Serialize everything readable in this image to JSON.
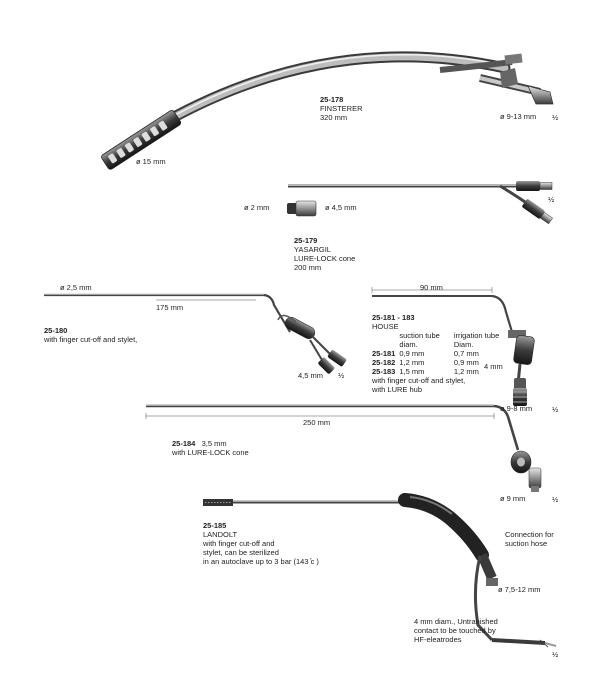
{
  "items": {
    "i178": {
      "code": "25-178",
      "name": "FINSTERER",
      "length": "320 mm",
      "handle_diam": "ø 15 mm",
      "conn_diam": "ø 9-13 mm",
      "scale": "½"
    },
    "i179": {
      "code": "25-179",
      "name": "YASARGIL",
      "detail": "LURE-LOCK cone",
      "length": "200 mm",
      "tip_diam": "ø 2 mm",
      "body_diam": "ø 4,5 mm",
      "scale": "½"
    },
    "i180": {
      "code": "25-180",
      "detail": "with finger cut-off and stylet,",
      "tip_diam": "ø 2,5 mm",
      "length": "175 mm",
      "conn_diam": "4,5 mm",
      "scale": "½"
    },
    "i181": {
      "code": "25-181 - 183",
      "name": "HOUSE",
      "top_length": "90 mm",
      "col1_head": "suction tube",
      "col1_sub": "diam.",
      "col2_head": "irrigation tube",
      "col2_sub": "Diam.",
      "rows": [
        {
          "code": "25-181",
          "suction": "0,9 mm",
          "irrigation": "0,7 mm"
        },
        {
          "code": "25-182",
          "suction": "1,2 mm",
          "irrigation": "0,9 mm"
        },
        {
          "code": "25-183",
          "suction": "1,5 mm",
          "irrigation": "1,2 mm"
        }
      ],
      "note1": "with finger cut-off and stylet,",
      "note2": "with LURE hub",
      "side_diam": "4 mm",
      "conn_diam": "ø 9-8 mm",
      "scale": "½"
    },
    "i184": {
      "code": "25-184",
      "size": "3,5 mm",
      "detail": "with LURE-LOCK cone",
      "length": "250 mm",
      "conn_diam": "ø 9 mm",
      "scale": "½"
    },
    "i185": {
      "code": "25-185",
      "name": "LANDOLT",
      "line1": "with finger cut-off and",
      "line2": "stylet, can be sterilized",
      "line3": "in an autoclave up to 3 bar (143 ̊c )",
      "conn1": "Connection for",
      "conn2": "suction hose",
      "conn_diam": "ø 7,5-12 mm",
      "note1": "4 mm diam., Untranished",
      "note2": "contact to be touched by",
      "note3": "HF-eleatrodes",
      "scale": "½"
    }
  },
  "colors": {
    "steel_dark": "#4a4a4a",
    "steel_mid": "#8a8a8a",
    "steel_light": "#d4d4d4",
    "text": "#222222"
  }
}
